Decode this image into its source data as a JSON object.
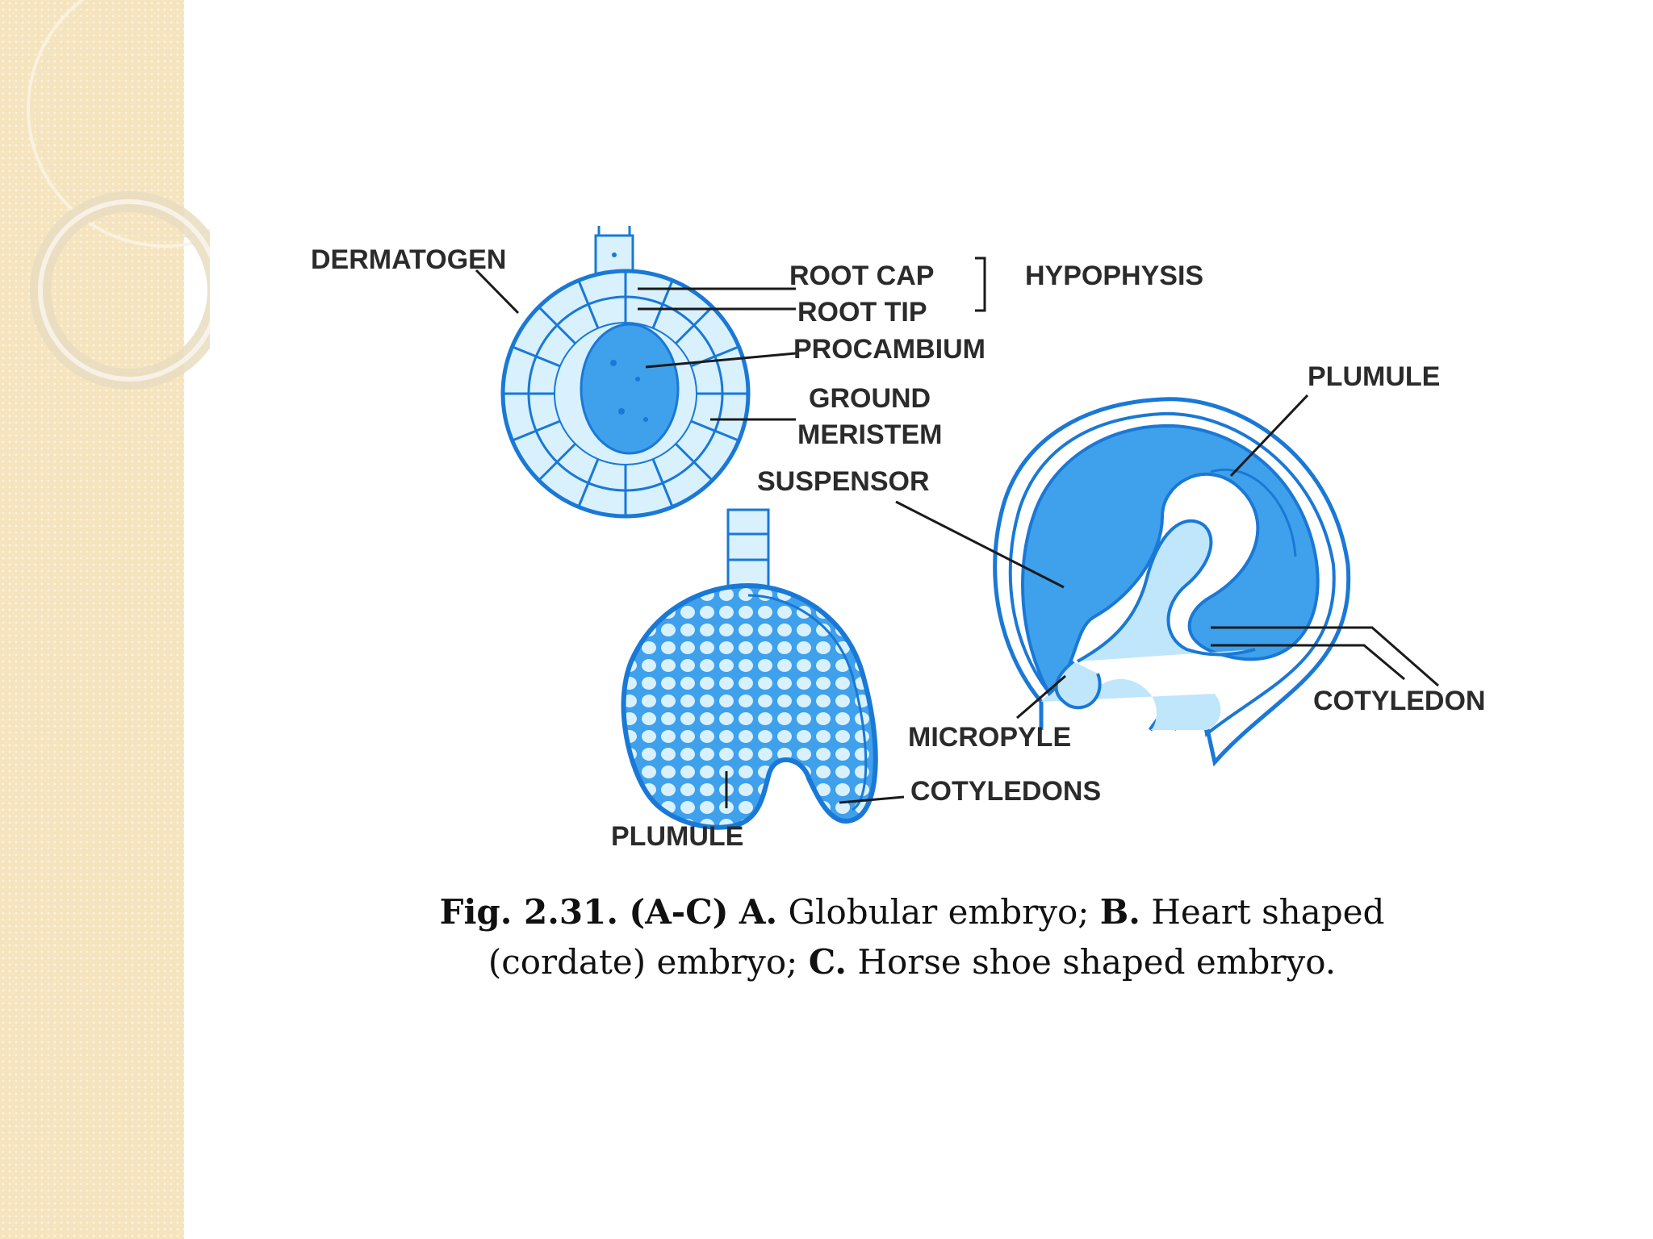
{
  "labels": {
    "dermatogen": "DERMATOGEN",
    "root_cap": "ROOT CAP",
    "root_tip": "ROOT TIP",
    "hypophysis": "HYPOPHYSIS",
    "procambium": "PROCAMBIUM",
    "ground": "GROUND",
    "meristem": "MERISTEM",
    "suspensor": "SUSPENSOR",
    "plumule_c": "PLUMULE",
    "cotyledon": "COTYLEDON",
    "micropyle": "MICROPYLE",
    "cotyledons": "COTYLEDONS",
    "plumule_b": "PLUMULE"
  },
  "caption": {
    "line1": {
      "fig": "Fig. 2.31.",
      "ac": "(A-C)",
      "a": "A.",
      "a_text": "Globular embryo;",
      "b": "B.",
      "b_text": "Heart shaped"
    },
    "line2": {
      "b_text_cont": "(cordate) embryo;",
      "c": "C.",
      "c_text": "Horse shoe shaped embryo."
    }
  },
  "colors": {
    "embryo_dark": "#1a78d6",
    "embryo_fill": "#3fa0ec",
    "embryo_light": "#bfe6fb",
    "cell_fill": "#d8f1fd",
    "side_panel": "#f6e4bf"
  }
}
